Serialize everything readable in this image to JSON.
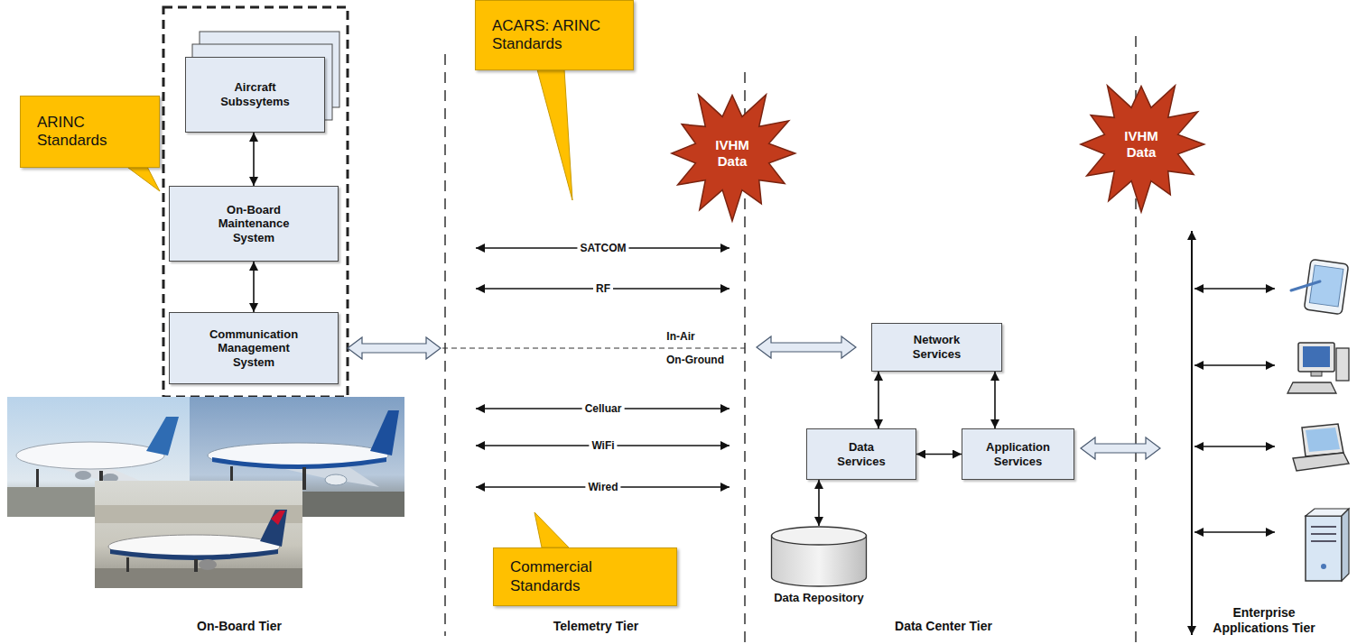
{
  "diagram": {
    "nodes": [
      {
        "text": [
          "ARINC Standards"
        ]
      },
      {
        "text": [
          "Aircraft Subssytems"
        ]
      },
      {
        "text": [
          "On-Board Maintenance System"
        ]
      },
      {
        "text": [
          "Communication Management System"
        ]
      },
      {
        "text": [
          "ACARS: ARINC Standards"
        ]
      },
      {
        "text": [
          "IVHM Data"
        ]
      },
      {
        "text": [
          "IVHM Data"
        ]
      },
      {
        "text": [
          "Network Services"
        ]
      },
      {
        "text": [
          "Data Services"
        ]
      },
      {
        "text": [
          "Application Services"
        ]
      },
      {
        "text": [
          "Data Repository"
        ]
      },
      {
        "text": [
          "Commercial Standards"
        ]
      }
    ],
    "edges": [
      {
        "from": 1,
        "to": 2,
        "arrow": "both"
      },
      {
        "from": 2,
        "to": 3,
        "arrow": "both"
      },
      {
        "from": 7,
        "to": 8,
        "arrow": "both"
      },
      {
        "from": 7,
        "to": 9,
        "arrow": "both"
      },
      {
        "from": 8,
        "to": 9,
        "arrow": "both"
      },
      {
        "from": 8,
        "to": 10,
        "arrow": "both"
      }
    ],
    "labels": [
      "SATCOM",
      "RF",
      "In-Air",
      "On-Ground",
      "Celluar",
      "WiFi",
      "Wired",
      "On-Board Tier",
      "Telemetry Tier",
      "Data Center Tier",
      "Enterprise Applications Tier"
    ]
  }
}
